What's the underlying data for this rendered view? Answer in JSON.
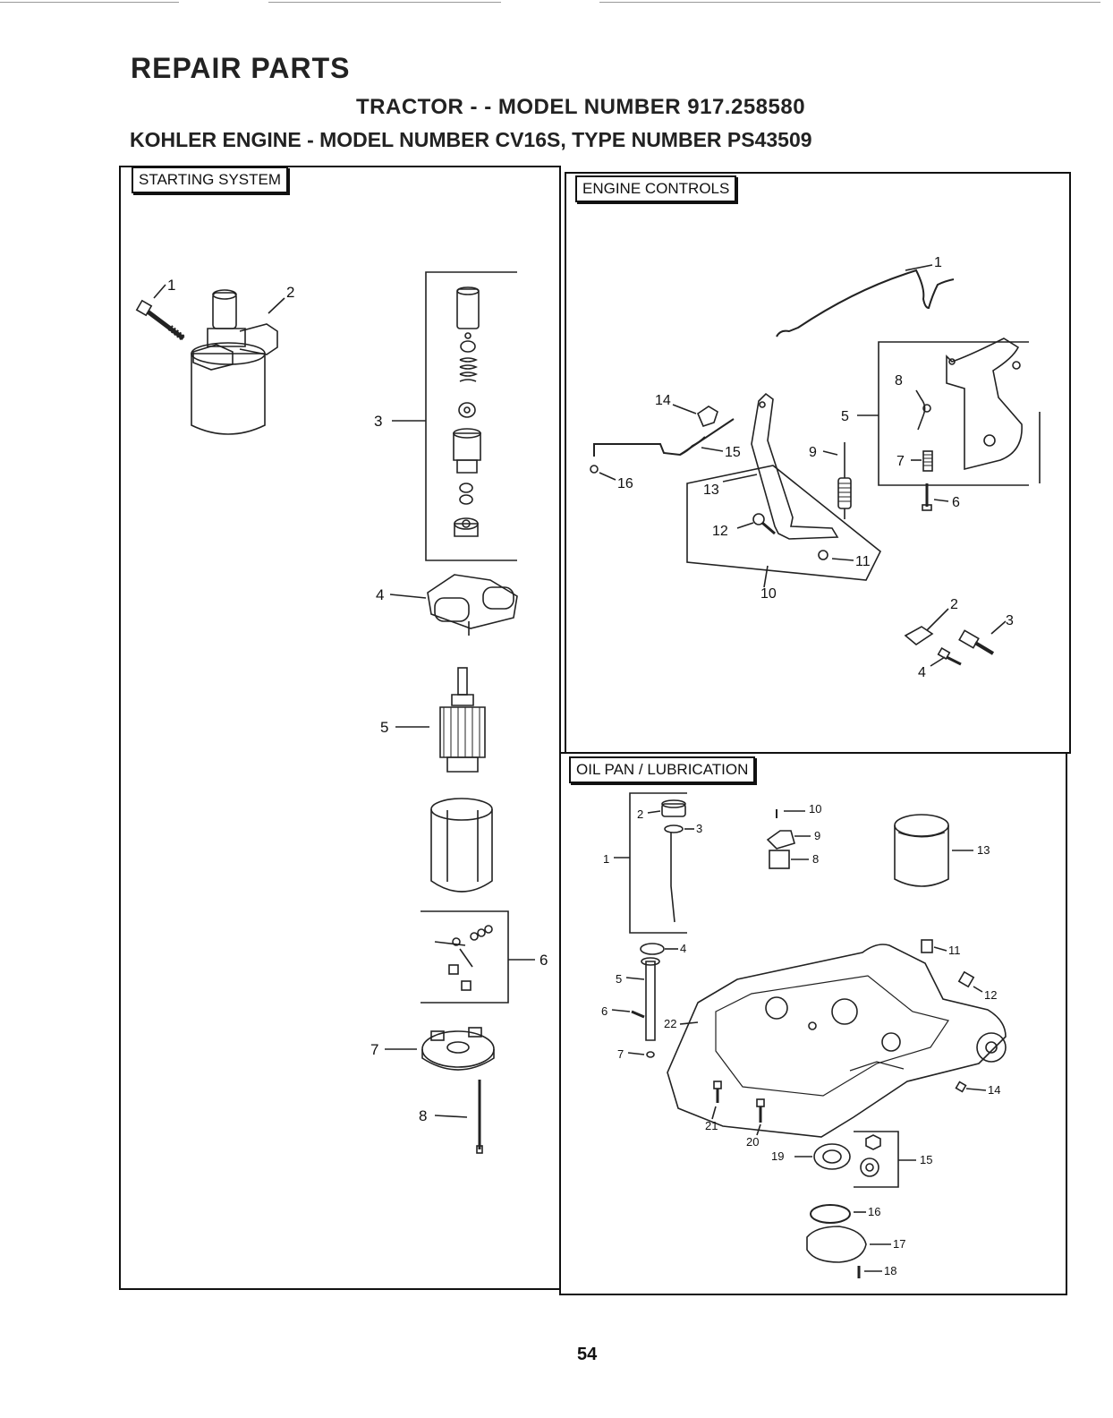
{
  "header": {
    "title": "REPAIR PARTS",
    "subtitle_1": "TRACTOR - - MODEL NUMBER 917.258580",
    "subtitle_2": "KOHLER ENGINE - MODEL NUMBER CV16S, TYPE NUMBER PS43509"
  },
  "panels": {
    "starting_system": {
      "title": "STARTING SYSTEM",
      "callouts": [
        "1",
        "2",
        "3",
        "4",
        "5",
        "6",
        "7",
        "8"
      ]
    },
    "engine_controls": {
      "title": "ENGINE CONTROLS",
      "callouts": [
        "1",
        "2",
        "3",
        "4",
        "5",
        "6",
        "7",
        "8",
        "9",
        "10",
        "11",
        "12",
        "13",
        "14",
        "15",
        "16"
      ]
    },
    "oil_pan_lubrication": {
      "title": "OIL PAN / LUBRICATION",
      "callouts": [
        "1",
        "2",
        "3",
        "4",
        "5",
        "6",
        "7",
        "8",
        "9",
        "10",
        "11",
        "12",
        "13",
        "14",
        "15",
        "16",
        "17",
        "18",
        "19",
        "20",
        "21",
        "22"
      ]
    }
  },
  "footer": {
    "page_number": "54"
  }
}
